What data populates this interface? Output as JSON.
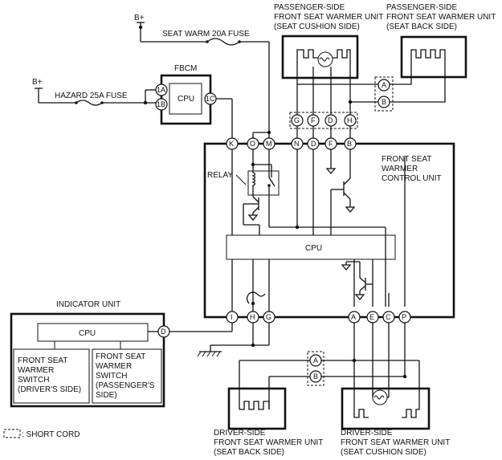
{
  "labels": {
    "b_plus_top": "B+",
    "b_plus_left": "B+",
    "seat_warm_fuse": "SEAT WARM 20A FUSE",
    "hazard_fuse": "HAZARD 25A FUSE",
    "fbcm": "FBCM",
    "fbcm_cpu": "CPU",
    "relay": "RELAY",
    "control_unit": [
      "FRONT SEAT",
      "WARMER",
      "CONTROL UNIT"
    ],
    "control_cpu": "CPU",
    "indicator_unit": "INDICATOR UNIT",
    "indicator_cpu": "CPU",
    "driver_switch": [
      "FRONT SEAT",
      "WARMER",
      "SWITCH",
      "(DRIVER'S SIDE)"
    ],
    "passenger_switch": [
      "FRONT SEAT",
      "WARMER",
      "SWITCH",
      "(PASSENGER'S",
      "SIDE)"
    ],
    "pass_cushion": [
      "PASSENGER-SIDE",
      "FRONT SEAT WARMER UNIT",
      "(SEAT CUSHION SIDE)"
    ],
    "pass_back": [
      "PASSENGER-SIDE",
      "FRONT SEAT WARMER UNIT",
      "(SEAT BACK SIDE)"
    ],
    "drv_back": [
      "DRIVER-SIDE",
      "FRONT SEAT WARMER UNIT",
      "(SEAT BACK SIDE)"
    ],
    "drv_cushion": [
      "DRIVER-SIDE",
      "FRONT SEAT WARMER UNIT",
      "(SEAT CUSHION SIDE)"
    ],
    "short_cord_legend": ": SHORT CORD"
  },
  "pins": {
    "fbcm": [
      "1A",
      "1B",
      "1C"
    ],
    "control_top": [
      "K",
      "O",
      "M",
      "N",
      "D",
      "F",
      "B"
    ],
    "pass_connector": [
      "G",
      "F",
      "D",
      "H"
    ],
    "pass_short": [
      "A",
      "B"
    ],
    "control_bottom": [
      "I",
      "H",
      "G",
      "A",
      "E",
      "C",
      "P"
    ],
    "indicator": "D",
    "drv_short": [
      "A",
      "B"
    ]
  }
}
